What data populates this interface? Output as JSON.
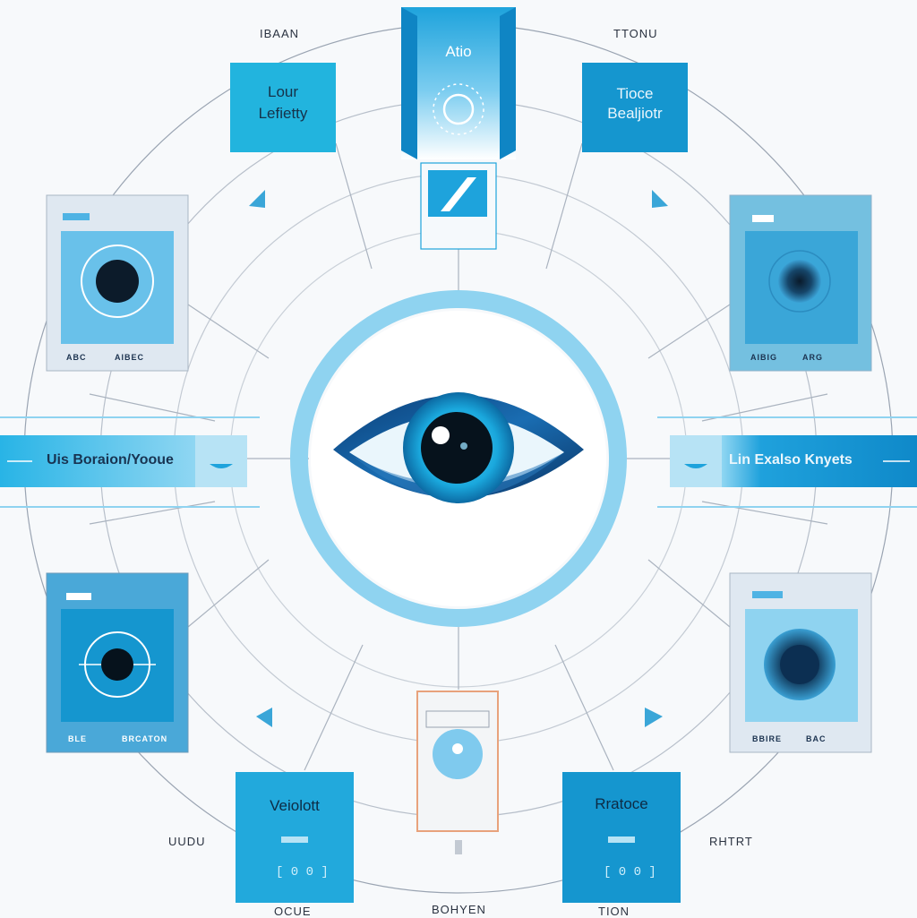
{
  "labels": {
    "top_left": "IBAAN",
    "top_right": "TTONU",
    "bottom_left": "UUDU",
    "bottom_right": "RHTRT",
    "bottom_center": "BOHYEN",
    "bottom_left_under": "OCUE",
    "bottom_right_under": "TION"
  },
  "tiles": {
    "top_center_title": "Atio",
    "top_left_line1": "Lour",
    "top_left_line2": "Lefietty",
    "top_right_line1": "Tioce",
    "top_right_line2": "Bealjiotr",
    "bottom_left_title": "Veiolott",
    "bottom_left_counter": "[ 0 0 ]",
    "bottom_right_title": "Rratoce",
    "bottom_right_counter": "[ 0 0 ]"
  },
  "bars": {
    "left": "Uis Boraion/Yooue",
    "right": "Lin Exalso Knyets"
  },
  "cards": {
    "top_left_footer_a": "ABC",
    "top_left_footer_b": "AIBEC",
    "top_right_footer_a": "AIBIG",
    "top_right_footer_b": "ARG",
    "bottom_left_footer_a": "BLE",
    "bottom_left_footer_b": "BRCATON",
    "bottom_right_footer_a": "BBIRE",
    "bottom_right_footer_b": "BAC"
  },
  "colors": {
    "accent": "#1ea3dc",
    "deep": "#0d6fa8",
    "light": "#8fd3f0",
    "line": "#9aa4b2",
    "orange": "#e8a27c"
  }
}
